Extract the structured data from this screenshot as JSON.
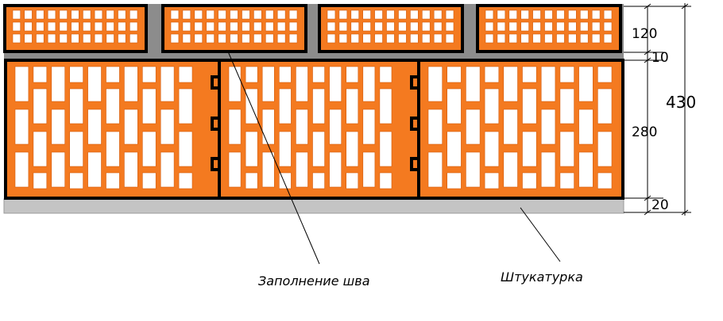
{
  "colors": {
    "brick": "#f47a20",
    "mortar": "#8c8c8c",
    "plaster": "#c4c4c4",
    "outline": "#000000",
    "void": "#ffffff",
    "dimension": "#000000"
  },
  "dimensions": {
    "top_row": "120",
    "joint": "10",
    "middle_row": "280",
    "bottom": "20",
    "total": "430"
  },
  "callouts": {
    "joint_fill": "Заполнение шва",
    "plaster": "Штукатурка"
  }
}
